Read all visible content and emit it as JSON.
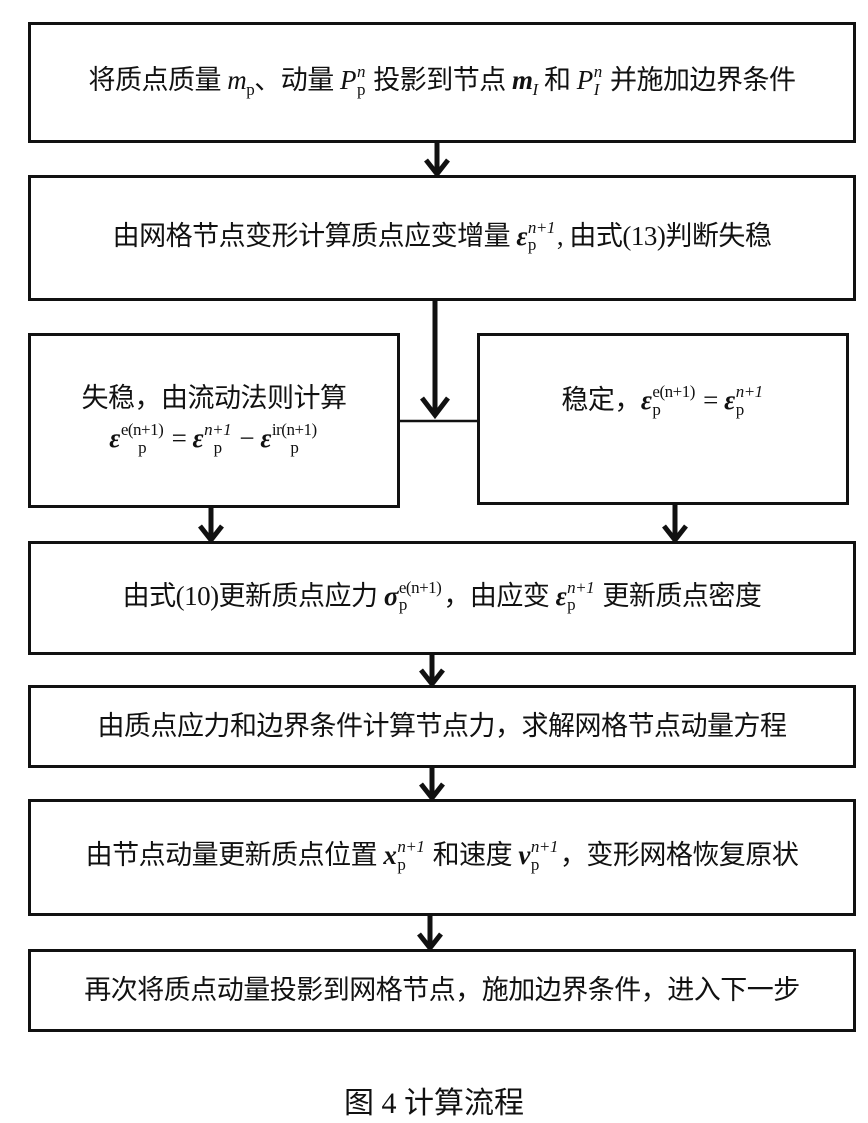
{
  "diagram": {
    "type": "flowchart",
    "steps": [
      {
        "id": "step1",
        "parts": [
          "将质点质量 ",
          "m",
          "p",
          "、动量 ",
          "P",
          "n",
          "p",
          " 投影到节点 ",
          "m",
          "I",
          " 和 ",
          "P",
          "n",
          "I",
          " 并施加边界条件"
        ]
      },
      {
        "id": "step2",
        "parts": [
          "由网格节点变形计算质点应变增量 ",
          "ε",
          "n+1",
          "p",
          ", 由式(13)判断失稳"
        ]
      },
      {
        "id": "step3a",
        "line1": "失稳，由流动法则计算",
        "parts": [
          "ε",
          "e(n+1)",
          "p",
          " = ",
          "ε",
          "n+1",
          "p",
          " − ",
          "ε",
          "ir(n+1)",
          "p"
        ]
      },
      {
        "id": "step3b",
        "parts": [
          "稳定，",
          "ε",
          "e(n+1)",
          "p",
          " = ",
          "ε",
          "n+1",
          "p"
        ]
      },
      {
        "id": "step4",
        "parts": [
          "由式(10)更新质点应力 ",
          "σ",
          "e(n+1)",
          "p",
          "，由应变 ",
          "ε",
          "n+1",
          "p",
          " 更新质点密度"
        ]
      },
      {
        "id": "step5",
        "text": "由质点应力和边界条件计算节点力，求解网格节点动量方程"
      },
      {
        "id": "step6",
        "parts": [
          "由节点动量更新质点位置 ",
          "x",
          "n+1",
          "p",
          " 和速度 ",
          "v",
          "n+1",
          "p",
          "，变形网格恢复原状"
        ]
      },
      {
        "id": "step7",
        "text": "再次将质点动量投影到网格节点，施加边界条件，进入下一步"
      }
    ],
    "edges": [
      [
        "step1",
        "step2"
      ],
      [
        "step2",
        "step3a"
      ],
      [
        "step2",
        "step3b"
      ],
      [
        "step3a",
        "step4"
      ],
      [
        "step3b",
        "step4"
      ],
      [
        "step4",
        "step5"
      ],
      [
        "step5",
        "step6"
      ],
      [
        "step6",
        "step7"
      ]
    ],
    "caption": "图 4  计算流程",
    "colors": {
      "stroke": "#111111",
      "background": "#ffffff"
    }
  }
}
